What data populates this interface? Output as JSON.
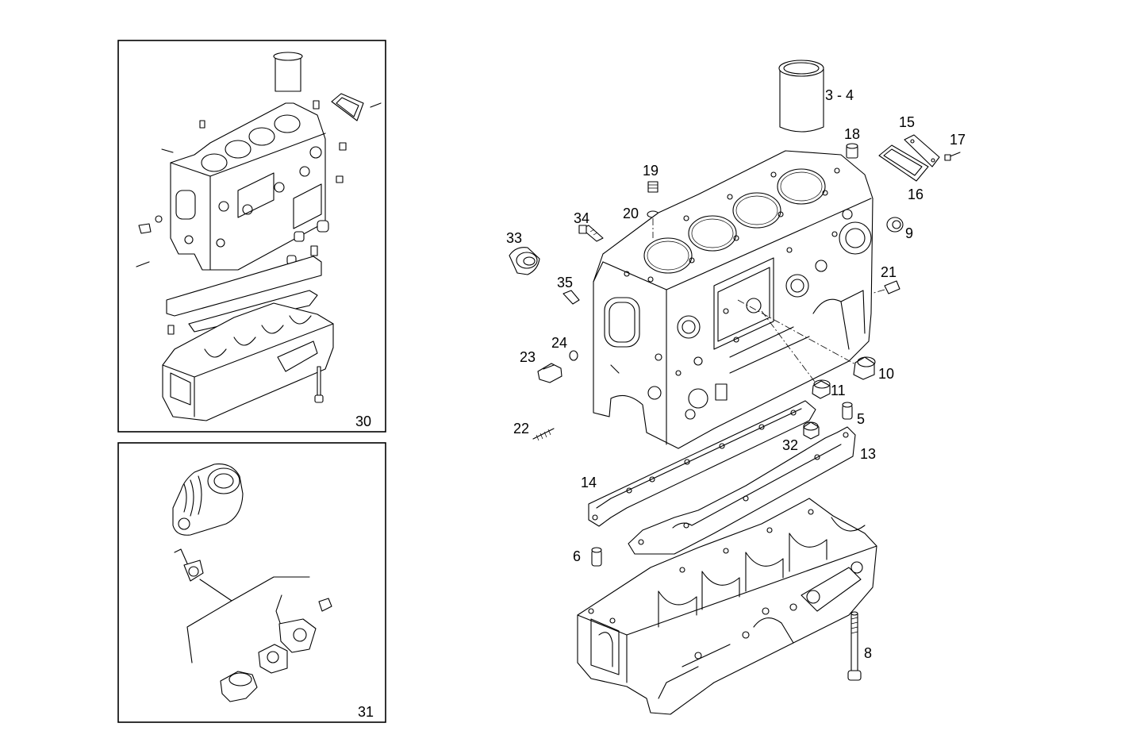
{
  "inset_boxes": [
    {
      "label": "30"
    },
    {
      "label": "31"
    }
  ],
  "callouts": [
    {
      "id": "3-4",
      "text": "3 - 4"
    },
    {
      "id": "18",
      "text": "18"
    },
    {
      "id": "15",
      "text": "15"
    },
    {
      "id": "17",
      "text": "17"
    },
    {
      "id": "16",
      "text": "16"
    },
    {
      "id": "19",
      "text": "19"
    },
    {
      "id": "20",
      "text": "20"
    },
    {
      "id": "34",
      "text": "34"
    },
    {
      "id": "9",
      "text": "9"
    },
    {
      "id": "33",
      "text": "33"
    },
    {
      "id": "35",
      "text": "35"
    },
    {
      "id": "21",
      "text": "21"
    },
    {
      "id": "24",
      "text": "24"
    },
    {
      "id": "23",
      "text": "23"
    },
    {
      "id": "10",
      "text": "10"
    },
    {
      "id": "11",
      "text": "11"
    },
    {
      "id": "5",
      "text": "5"
    },
    {
      "id": "22",
      "text": "22"
    },
    {
      "id": "32",
      "text": "32"
    },
    {
      "id": "13",
      "text": "13"
    },
    {
      "id": "14",
      "text": "14"
    },
    {
      "id": "6",
      "text": "6"
    },
    {
      "id": "8",
      "text": "8"
    }
  ]
}
